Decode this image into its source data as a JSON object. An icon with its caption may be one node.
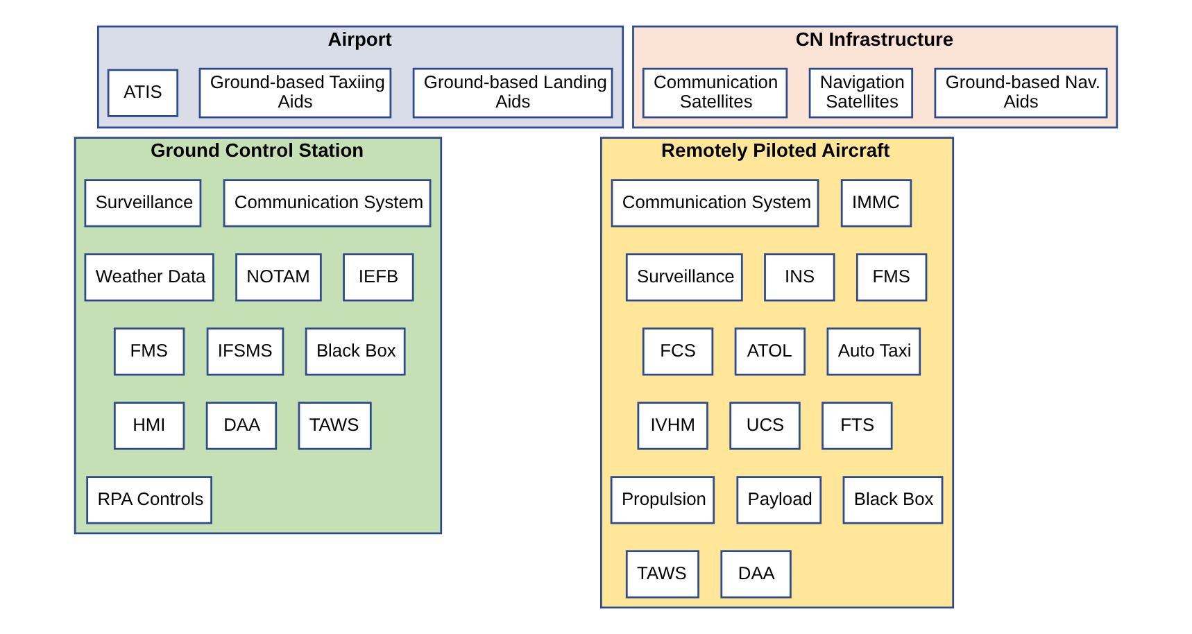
{
  "diagram": {
    "nodes": [
      {
        "text": [
          "Airport"
        ]
      },
      {
        "text": [
          "ATIS"
        ],
        "in": 0
      },
      {
        "text": [
          "Ground-based Taxiing Aids"
        ],
        "in": 0
      },
      {
        "text": [
          "Ground-based Landing Aids"
        ],
        "in": 0
      },
      {
        "text": [
          "CN Infrastructure"
        ]
      },
      {
        "text": [
          "Communication Satellites"
        ],
        "in": 4
      },
      {
        "text": [
          "Navigation Satellites"
        ],
        "in": 4
      },
      {
        "text": [
          "Ground-based Nav. Aids"
        ],
        "in": 4
      },
      {
        "text": [
          "Ground Control Station"
        ]
      },
      {
        "text": [
          "Surveillance"
        ],
        "in": 8
      },
      {
        "text": [
          "Communication System"
        ],
        "in": 8
      },
      {
        "text": [
          "Weather Data"
        ],
        "in": 8
      },
      {
        "text": [
          "NOTAM"
        ],
        "in": 8
      },
      {
        "text": [
          "IEFB"
        ],
        "in": 8
      },
      {
        "text": [
          "FMS"
        ],
        "in": 8
      },
      {
        "text": [
          "IFSMS"
        ],
        "in": 8
      },
      {
        "text": [
          "Black Box"
        ],
        "in": 8
      },
      {
        "text": [
          "HMI"
        ],
        "in": 8
      },
      {
        "text": [
          "DAA"
        ],
        "in": 8
      },
      {
        "text": [
          "TAWS"
        ],
        "in": 8
      },
      {
        "text": [
          "RPA Controls"
        ],
        "in": 8
      },
      {
        "text": [
          "Remotely Piloted Aircraft"
        ]
      },
      {
        "text": [
          "Communication System"
        ],
        "in": 21
      },
      {
        "text": [
          "IMMC"
        ],
        "in": 21
      },
      {
        "text": [
          "Surveillance"
        ],
        "in": 21
      },
      {
        "text": [
          "INS"
        ],
        "in": 21
      },
      {
        "text": [
          "FMS"
        ],
        "in": 21
      },
      {
        "text": [
          "FCS"
        ],
        "in": 21
      },
      {
        "text": [
          "ATOL"
        ],
        "in": 21
      },
      {
        "text": [
          "Auto Taxi"
        ],
        "in": 21
      },
      {
        "text": [
          "IVHM"
        ],
        "in": 21
      },
      {
        "text": [
          "UCS"
        ],
        "in": 21
      },
      {
        "text": [
          "FTS"
        ],
        "in": 21
      },
      {
        "text": [
          "Propulsion"
        ],
        "in": 21
      },
      {
        "text": [
          "Payload"
        ],
        "in": 21
      },
      {
        "text": [
          "Black Box"
        ],
        "in": 21
      },
      {
        "text": [
          "TAWS"
        ],
        "in": 21
      },
      {
        "text": [
          "DAA"
        ],
        "in": 21
      }
    ],
    "edges": []
  }
}
